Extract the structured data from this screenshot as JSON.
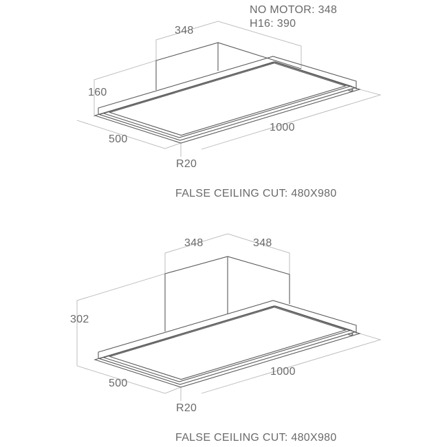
{
  "top_drawing": {
    "motor_note_1": "NO MOTOR: 348",
    "motor_note_2": "H16: 390",
    "width_dim": "348",
    "height_dim": "160",
    "depth_dim": "500",
    "length_dim": "1000",
    "radius_dim": "R20",
    "cut_note": "FALSE CEILING CUT: 480X980"
  },
  "bottom_drawing": {
    "width_dim_left": "348",
    "width_dim_right": "348",
    "height_dim": "302",
    "depth_dim": "500",
    "length_dim": "1000",
    "radius_dim": "R20",
    "cut_note": "FALSE CEILING CUT: 480X980"
  }
}
